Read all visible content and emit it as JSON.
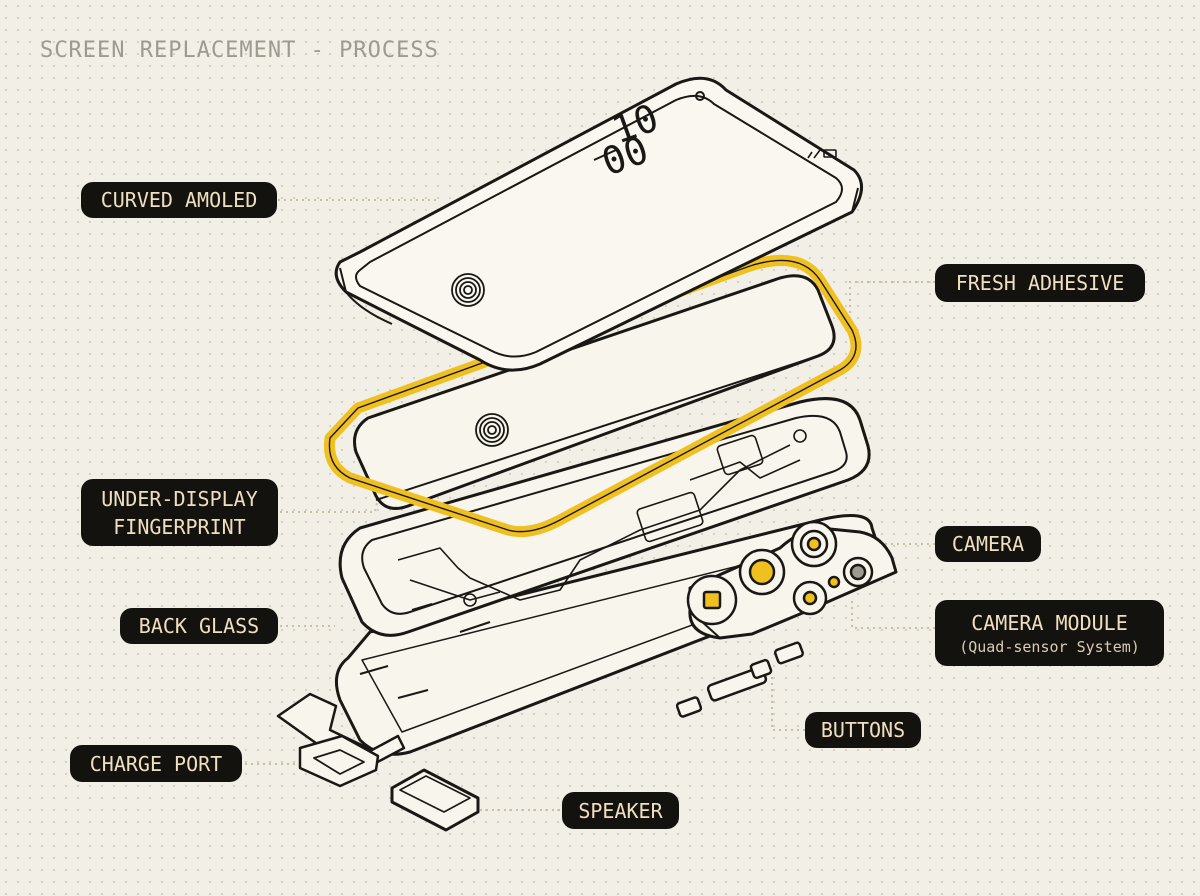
{
  "title": "SCREEN REPLACEMENT - PROCESS",
  "display": {
    "clock_hour": "10",
    "clock_minute": "00"
  },
  "labels": {
    "curved_amoled": "CURVED AMOLED",
    "fresh_adhesive": "FRESH ADHESIVE",
    "under_display_fp_line1": "UNDER-DISPLAY",
    "under_display_fp_line2": "FINGERPRINT",
    "camera": "CAMERA",
    "back_glass": "BACK GLASS",
    "camera_module": "CAMERA MODULE",
    "camera_module_sub": "(Quad-sensor System)",
    "buttons": "BUTTONS",
    "charge_port": "CHARGE PORT",
    "speaker": "SPEAKER"
  },
  "colors": {
    "background": "#f1efe6",
    "line": "#1a1814",
    "accent": "#f0c020",
    "label_bg": "#14120e",
    "label_text": "#eedfc0",
    "leader": "#c7c0a6"
  }
}
